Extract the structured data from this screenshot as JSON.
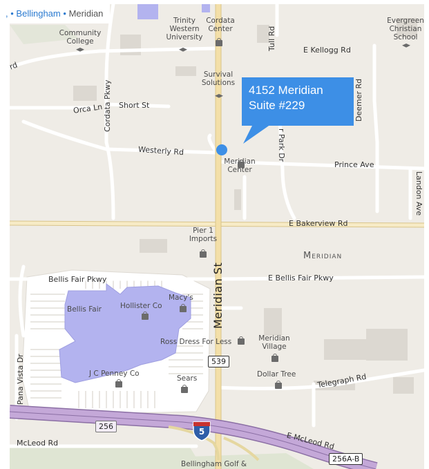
{
  "breadcrumb": {
    "prefix": ", ",
    "sep1": "•",
    "item1": "Bellingham",
    "sep2": "•",
    "item2": "Meridian"
  },
  "callout": {
    "line1": "4152 Meridian",
    "line2": "Suite #229"
  },
  "roads": {
    "e_kellogg": "E Kellogg Rd",
    "tull": "Tull Rd",
    "orca": "Orca Ln",
    "short": "Short St",
    "cordata_pkwy": "Cordata Pkwy",
    "westerly": "Westerly Rd",
    "prince": "Prince Ave",
    "deemer": "Deemer Rd",
    "park_dr": "r Park Dr",
    "landon": "Landon Ave",
    "e_bakerview": "E Bakerview Rd",
    "bellis_fair_pkwy_w": "Bellis Fair Pkwy",
    "bellis_fair_pkwy_e": "E Bellis Fair Pkwy",
    "meridian_st": "Meridian St",
    "telegraph": "Telegraph Rd",
    "pana_vista": "Pana Vista Dr",
    "mcleod": "McLeod Rd",
    "e_mcleod": "E McLeod Rd",
    "rd_left": "rd"
  },
  "places": {
    "community_college": "Community College",
    "trinity": "Trinity Western University",
    "cordata_center": "Cordata Center",
    "evergreen": "Evergreen Christian School",
    "survival": "Survival Solutions",
    "meridian_center": "Meridian Center",
    "pier1": "Pier 1 Imports",
    "meridian_area": "Meridian",
    "macys": "Macy's",
    "bellis_fair": "Bellis Fair",
    "hollister": "Hollister Co",
    "ross": "Ross Dress For Less",
    "meridian_village": "Meridian Village",
    "jc_penney": "J C Penney Co",
    "sears": "Sears",
    "dollar_tree": "Dollar Tree",
    "golf": "Bellingham Golf &"
  },
  "shields": {
    "sr539": "539",
    "sr256": "256",
    "i5": "5",
    "exit": "256A-B"
  },
  "colors": {
    "callout": "#3d8fe6",
    "link": "#2a7ad0",
    "freeway": "#c4a8d8",
    "mall": "#b3b3ef",
    "arterial": "#f3dfa8"
  }
}
